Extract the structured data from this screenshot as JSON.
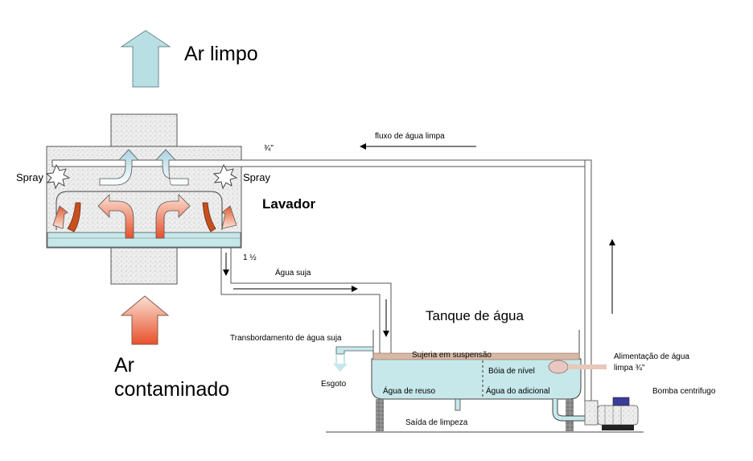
{
  "labels": {
    "ar_limpo": "Ar limpo",
    "ar_contaminado_1": "Ar",
    "ar_contaminado_2": "contaminado",
    "spray_left": "Spray",
    "spray_right": "Spray",
    "lavador": "Lavador",
    "pipe_34": "¾\"",
    "fluxo_agua_limpa": "fluxo de água limpa",
    "pipe_1_half": "1 ½",
    "agua_suja": "Água suja",
    "tanque_de_agua": "Tanque  de água",
    "transbordamento": "Transbordamento de água suja",
    "esgoto": "Esgoto",
    "sujeira_suspensao": "Sujeria em suspensão",
    "boia_nivel": "Bóia  de nível",
    "agua_reuso": "Água de reuso",
    "agua_adicional": "Água do adicional",
    "alimentacao_1": "Alimentação de água",
    "alimentacao_2": "limpa ¾\"",
    "bomba": "Bomba centrifugo",
    "saida_limpeza": "Saída de limpeza"
  },
  "colors": {
    "clean_air": "#b8e0e4",
    "contaminated_air": "#e8603a",
    "water": "#c7e8ea",
    "sludge": "#d7b9a5",
    "pump": "#3b3b9a",
    "speckle": "#e6e6e6",
    "pipe": "#ffffff"
  }
}
